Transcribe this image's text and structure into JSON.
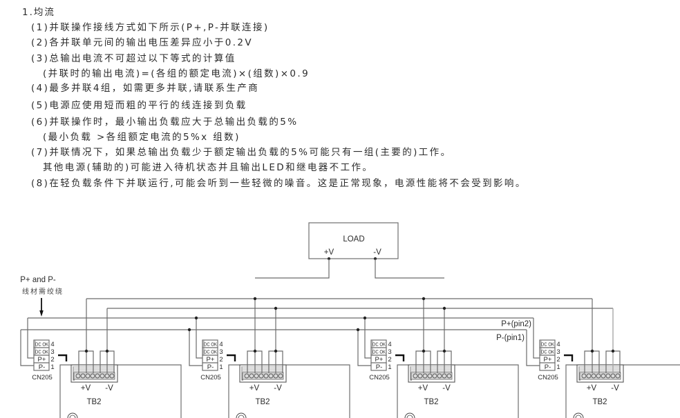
{
  "notes": {
    "heading": "1.均流",
    "items": [
      {
        "text": "(1)并联操作接线方式如下所示(P+,P-并联连接)"
      },
      {
        "text": "(2)各并联单元间的输出电压差异应小于0.2V"
      },
      {
        "text": "(3)总输出电流不可超过以下等式的计算值",
        "sub": "(并联时的输出电流)=(各组的额定电流)×(组数)×0.9"
      },
      {
        "text": "(4)最多并联4组，如需更多并联,请联系生产商"
      },
      {
        "text": "(5)电源应使用短而粗的平行的线连接到负载"
      },
      {
        "text": "(6)并联操作时，最小输出负载应大于总输出负载的5%",
        "sub": "(最小负载 >各组额定电流的5%x 组数)"
      },
      {
        "text": "(7)并联情况下，如果总输出负载少于额定输出负载的5%可能只有一组(主要的)工作。",
        "sub": "其他电源(辅助的)可能进入待机状态并且输出LED和继电器不工作。"
      },
      {
        "text": "(8)在轻负载条件下并联运行,可能会听到一些轻微的噪音。这是正常现象，电源性能将不会受到影响。"
      }
    ]
  },
  "diagram": {
    "load": {
      "label": "LOAD",
      "pos": "+V",
      "neg": "-V"
    },
    "twist_note": {
      "line1": "P+ and P-",
      "line2": "线材需绞绕"
    },
    "bus_labels": {
      "p_plus": "P+(pin2)",
      "p_minus": "P-(pin1)"
    },
    "units": [
      {
        "connector": {
          "name": "CN205",
          "pins": [
            {
              "num": "4",
              "label": "DC OK"
            },
            {
              "num": "3",
              "label": "DC OK"
            },
            {
              "num": "2",
              "label": "P+"
            },
            {
              "num": "1",
              "label": "P-"
            }
          ]
        },
        "terminal": {
          "name": "TB2",
          "pos": "+V",
          "neg": "-V"
        }
      },
      {
        "connector": {
          "name": "CN205",
          "pins": [
            {
              "num": "4",
              "label": "DC OK"
            },
            {
              "num": "3",
              "label": "DC OK"
            },
            {
              "num": "2",
              "label": "P+"
            },
            {
              "num": "1",
              "label": "P-"
            }
          ]
        },
        "terminal": {
          "name": "TB2",
          "pos": "+V",
          "neg": "-V"
        }
      },
      {
        "connector": {
          "name": "CN205",
          "pins": [
            {
              "num": "4",
              "label": "DC OK"
            },
            {
              "num": "3",
              "label": "DC OK"
            },
            {
              "num": "2",
              "label": "P+"
            },
            {
              "num": "1",
              "label": "P-"
            }
          ]
        },
        "terminal": {
          "name": "TB2",
          "pos": "+V",
          "neg": "-V"
        }
      },
      {
        "connector": {
          "name": "CN205",
          "pins": [
            {
              "num": "4",
              "label": "DC OK"
            },
            {
              "num": "3",
              "label": "DC OK"
            },
            {
              "num": "2",
              "label": "P+"
            },
            {
              "num": "1",
              "label": "P-"
            }
          ]
        },
        "terminal": {
          "name": "TB2",
          "pos": "+V",
          "neg": "-V"
        }
      }
    ]
  }
}
